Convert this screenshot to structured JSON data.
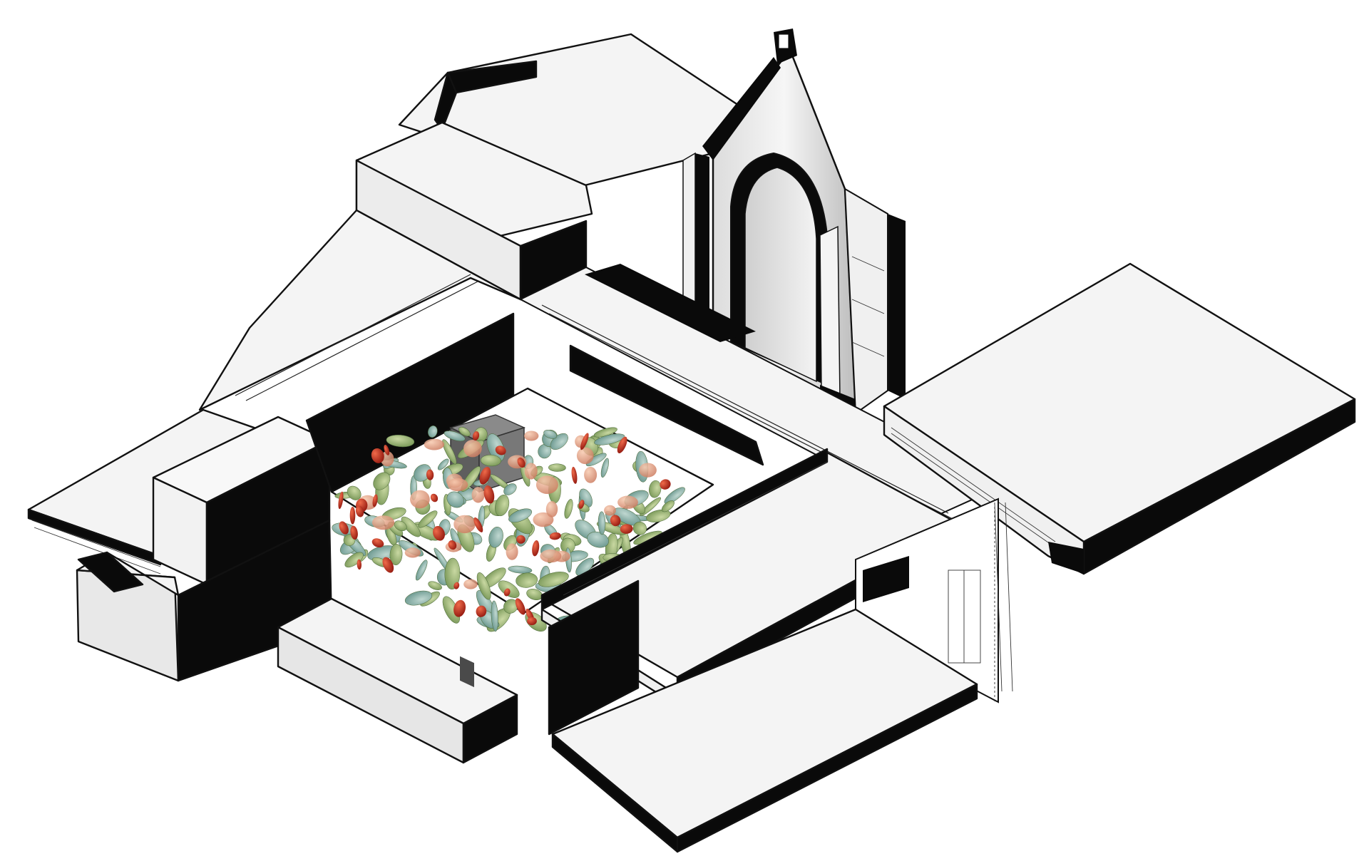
{
  "diagram": {
    "kind": "exploded axonometric building section",
    "components": [
      {
        "id": "west-wing",
        "label": ""
      },
      {
        "id": "north-hall",
        "label": ""
      },
      {
        "id": "chapel-facade",
        "label": ""
      },
      {
        "id": "central-courtyard-garden",
        "label": ""
      },
      {
        "id": "courtyard-monument",
        "label": ""
      },
      {
        "id": "south-floating-slab",
        "label": ""
      },
      {
        "id": "south-lower-floor",
        "label": ""
      },
      {
        "id": "east-floating-slab",
        "label": ""
      }
    ]
  },
  "colors": {
    "paper": "#ffffff",
    "top_face": "#f4f4f4",
    "side_face_dark": "#0a0a0a",
    "side_face_light": "#e6e6e6",
    "outline": "#111111",
    "leaf_green": "#8fae6a",
    "leaf_teal": "#8fb7b0",
    "fruit_red": "#c8281c",
    "fruit_peach": "#e9a184",
    "monument": "#7d7d7d"
  },
  "icons": {
    "foliage": "foliage-icon",
    "monument": "monument-icon",
    "gothic_arch": "gothic-arch-icon"
  }
}
